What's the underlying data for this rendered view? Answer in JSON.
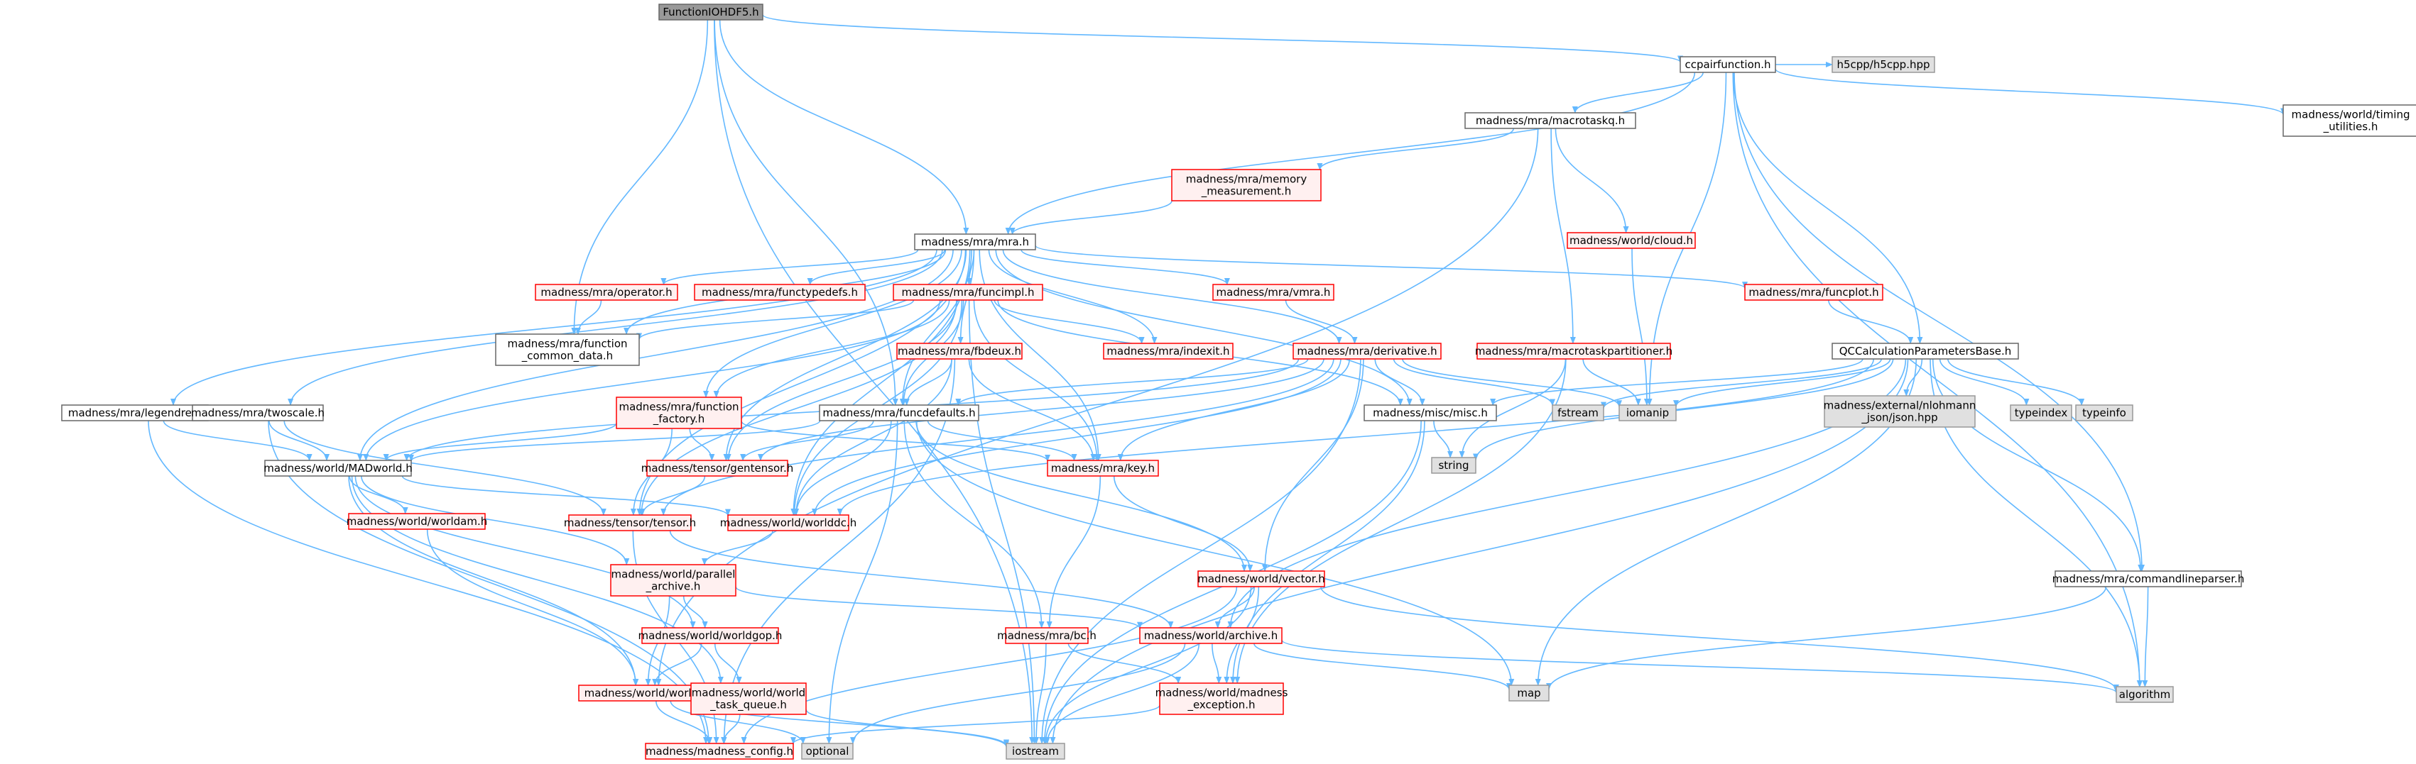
{
  "graph": {
    "colors": {
      "edge": "#63b8ff",
      "root_fill": "#999999",
      "root_border": "#666666",
      "normal_fill": "#ffffff",
      "normal_border": "#666666",
      "red_fill": "#fff0f0",
      "red_border": "#ff0000",
      "system_fill": "#e0e0e0",
      "system_border": "#999999"
    },
    "nodes": [
      {
        "id": "root",
        "lines": [
          "FunctionIOHDF5.h"
        ],
        "kind": "root"
      },
      {
        "id": "ccpair",
        "lines": [
          "ccpairfunction.h"
        ],
        "kind": "normal"
      },
      {
        "id": "h5cpp",
        "lines": [
          "h5cpp/h5cpp.hpp"
        ],
        "kind": "system"
      },
      {
        "id": "macrotaskq",
        "lines": [
          "madness/mra/macrotaskq.h"
        ],
        "kind": "normal"
      },
      {
        "id": "timing",
        "lines": [
          "madness/world/timing",
          "_utilities.h"
        ],
        "kind": "normal"
      },
      {
        "id": "memmeas",
        "lines": [
          "madness/mra/memory",
          "_measurement.h"
        ],
        "kind": "red"
      },
      {
        "id": "cloud",
        "lines": [
          "madness/world/cloud.h"
        ],
        "kind": "red"
      },
      {
        "id": "mra",
        "lines": [
          "madness/mra/mra.h"
        ],
        "kind": "normal"
      },
      {
        "id": "operator",
        "lines": [
          "madness/mra/operator.h"
        ],
        "kind": "red"
      },
      {
        "id": "functypedefs",
        "lines": [
          "madness/mra/functypedefs.h"
        ],
        "kind": "red"
      },
      {
        "id": "funcimpl",
        "lines": [
          "madness/mra/funcimpl.h"
        ],
        "kind": "red"
      },
      {
        "id": "vmra",
        "lines": [
          "madness/mra/vmra.h"
        ],
        "kind": "red"
      },
      {
        "id": "funcplot",
        "lines": [
          "madness/mra/funcplot.h"
        ],
        "kind": "red"
      },
      {
        "id": "macrotaskpart",
        "lines": [
          "madness/mra/macrotaskpartitioner.h"
        ],
        "kind": "red"
      },
      {
        "id": "qccalc",
        "lines": [
          "QCCalculationParametersBase.h"
        ],
        "kind": "normal"
      },
      {
        "id": "funccommon",
        "lines": [
          "madness/mra/function",
          "_common_data.h"
        ],
        "kind": "normal"
      },
      {
        "id": "fbdeux",
        "lines": [
          "madness/mra/fbdeux.h"
        ],
        "kind": "red"
      },
      {
        "id": "indexit",
        "lines": [
          "madness/mra/indexit.h"
        ],
        "kind": "red"
      },
      {
        "id": "derivative",
        "lines": [
          "madness/mra/derivative.h"
        ],
        "kind": "red"
      },
      {
        "id": "legendre",
        "lines": [
          "madness/mra/legendre.h"
        ],
        "kind": "normal"
      },
      {
        "id": "twoscale",
        "lines": [
          "madness/mra/twoscale.h"
        ],
        "kind": "normal"
      },
      {
        "id": "funcfactory",
        "lines": [
          "madness/mra/function",
          "_factory.h"
        ],
        "kind": "red"
      },
      {
        "id": "funcdefaults",
        "lines": [
          "madness/mra/funcdefaults.h"
        ],
        "kind": "normal"
      },
      {
        "id": "misc",
        "lines": [
          "madness/misc/misc.h"
        ],
        "kind": "normal"
      },
      {
        "id": "fstream",
        "lines": [
          "fstream"
        ],
        "kind": "system"
      },
      {
        "id": "iomanip",
        "lines": [
          "iomanip"
        ],
        "kind": "system"
      },
      {
        "id": "json",
        "lines": [
          "madness/external/nlohmann",
          "_json/json.hpp"
        ],
        "kind": "system"
      },
      {
        "id": "typeindex",
        "lines": [
          "typeindex"
        ],
        "kind": "system"
      },
      {
        "id": "typeinfo",
        "lines": [
          "typeinfo"
        ],
        "kind": "system"
      },
      {
        "id": "madworld",
        "lines": [
          "madness/world/MADworld.h"
        ],
        "kind": "normal"
      },
      {
        "id": "gentensor",
        "lines": [
          "madness/tensor/gentensor.h"
        ],
        "kind": "red"
      },
      {
        "id": "key",
        "lines": [
          "madness/mra/key.h"
        ],
        "kind": "red"
      },
      {
        "id": "string",
        "lines": [
          "string"
        ],
        "kind": "system"
      },
      {
        "id": "worlddam",
        "lines": [
          "madness/world/worldam.h"
        ],
        "kind": "red"
      },
      {
        "id": "tensor",
        "lines": [
          "madness/tensor/tensor.h"
        ],
        "kind": "red"
      },
      {
        "id": "worlddc",
        "lines": [
          "madness/world/worlddc.h"
        ],
        "kind": "red"
      },
      {
        "id": "parallel",
        "lines": [
          "madness/world/parallel",
          "_archive.h"
        ],
        "kind": "red"
      },
      {
        "id": "vector",
        "lines": [
          "madness/world/vector.h"
        ],
        "kind": "red"
      },
      {
        "id": "cmdparser",
        "lines": [
          "madness/mra/commandlineparser.h"
        ],
        "kind": "normal"
      },
      {
        "id": "worldgop",
        "lines": [
          "madness/world/worldgop.h"
        ],
        "kind": "red"
      },
      {
        "id": "bc",
        "lines": [
          "madness/mra/bc.h"
        ],
        "kind": "red"
      },
      {
        "id": "archive",
        "lines": [
          "madness/world/archive.h"
        ],
        "kind": "red"
      },
      {
        "id": "world",
        "lines": [
          "madness/world/world.h"
        ],
        "kind": "red"
      },
      {
        "id": "taskqueue",
        "lines": [
          "madness/world/world",
          "_task_queue.h"
        ],
        "kind": "red"
      },
      {
        "id": "exception",
        "lines": [
          "madness/world/madness",
          "_exception.h"
        ],
        "kind": "red"
      },
      {
        "id": "map",
        "lines": [
          "map"
        ],
        "kind": "system"
      },
      {
        "id": "algorithm",
        "lines": [
          "algorithm"
        ],
        "kind": "system"
      },
      {
        "id": "config",
        "lines": [
          "madness/madness_config.h"
        ],
        "kind": "red"
      },
      {
        "id": "optional",
        "lines": [
          "optional"
        ],
        "kind": "system"
      },
      {
        "id": "iostream",
        "lines": [
          "iostream"
        ],
        "kind": "system"
      }
    ],
    "edges": [
      [
        "root",
        "ccpair"
      ],
      [
        "root",
        "mra"
      ],
      [
        "root",
        "funccommon"
      ],
      [
        "root",
        "funcdefaults"
      ],
      [
        "root",
        "iostream"
      ],
      [
        "ccpair",
        "h5cpp"
      ],
      [
        "ccpair",
        "macrotaskq"
      ],
      [
        "ccpair",
        "timing"
      ],
      [
        "ccpair",
        "mra"
      ],
      [
        "ccpair",
        "qccalc"
      ],
      [
        "ccpair",
        "iomanip"
      ],
      [
        "ccpair",
        "cmdparser"
      ],
      [
        "ccpair",
        "algorithm"
      ],
      [
        "macrotaskq",
        "memmeas"
      ],
      [
        "macrotaskq",
        "cloud"
      ],
      [
        "macrotaskq",
        "macrotaskpart"
      ],
      [
        "macrotaskq",
        "world"
      ],
      [
        "memmeas",
        "mra"
      ],
      [
        "cloud",
        "iomanip"
      ],
      [
        "mra",
        "operator"
      ],
      [
        "mra",
        "functypedefs"
      ],
      [
        "mra",
        "funcimpl"
      ],
      [
        "mra",
        "vmra"
      ],
      [
        "mra",
        "funcplot"
      ],
      [
        "mra",
        "legendre"
      ],
      [
        "mra",
        "twoscale"
      ],
      [
        "mra",
        "funcfactory"
      ],
      [
        "mra",
        "fbdeux"
      ],
      [
        "mra",
        "indexit"
      ],
      [
        "mra",
        "derivative"
      ],
      [
        "mra",
        "funcdefaults"
      ],
      [
        "mra",
        "misc"
      ],
      [
        "mra",
        "madworld"
      ],
      [
        "mra",
        "gentensor"
      ],
      [
        "mra",
        "key"
      ],
      [
        "mra",
        "tensor"
      ],
      [
        "mra",
        "worlddc"
      ],
      [
        "mra",
        "funccommon"
      ],
      [
        "operator",
        "funccommon"
      ],
      [
        "vmra",
        "derivative"
      ],
      [
        "funcplot",
        "qccalc"
      ],
      [
        "funcimpl",
        "funccommon"
      ],
      [
        "funcimpl",
        "indexit"
      ],
      [
        "funcimpl",
        "funcfactory"
      ],
      [
        "funcimpl",
        "funcdefaults"
      ],
      [
        "funcimpl",
        "madworld"
      ],
      [
        "funcimpl",
        "gentensor"
      ],
      [
        "funcimpl",
        "key"
      ],
      [
        "funcimpl",
        "tensor"
      ],
      [
        "funcimpl",
        "worlddc"
      ],
      [
        "funcimpl",
        "misc"
      ],
      [
        "funcimpl",
        "iostream"
      ],
      [
        "fbdeux",
        "funcdefaults"
      ],
      [
        "fbdeux",
        "key"
      ],
      [
        "fbdeux",
        "worlddc"
      ],
      [
        "fbdeux",
        "config"
      ],
      [
        "derivative",
        "funcdefaults"
      ],
      [
        "derivative",
        "misc"
      ],
      [
        "derivative",
        "fstream"
      ],
      [
        "derivative",
        "iomanip"
      ],
      [
        "derivative",
        "madworld"
      ],
      [
        "derivative",
        "key"
      ],
      [
        "derivative",
        "tensor"
      ],
      [
        "derivative",
        "worlddc"
      ],
      [
        "derivative",
        "gentensor"
      ],
      [
        "derivative",
        "iostream"
      ],
      [
        "derivative",
        "vector"
      ],
      [
        "macrotaskpart",
        "iomanip"
      ],
      [
        "macrotaskpart",
        "string"
      ],
      [
        "macrotaskpart",
        "exception"
      ],
      [
        "qccalc",
        "misc"
      ],
      [
        "qccalc",
        "fstream"
      ],
      [
        "qccalc",
        "iomanip"
      ],
      [
        "qccalc",
        "json"
      ],
      [
        "qccalc",
        "typeindex"
      ],
      [
        "qccalc",
        "typeinfo"
      ],
      [
        "qccalc",
        "string"
      ],
      [
        "qccalc",
        "cmdparser"
      ],
      [
        "qccalc",
        "algorithm"
      ],
      [
        "qccalc",
        "map"
      ],
      [
        "qccalc",
        "archive"
      ],
      [
        "qccalc",
        "worlddc"
      ],
      [
        "qccalc",
        "iostream"
      ],
      [
        "legendre",
        "madworld"
      ],
      [
        "legendre",
        "config"
      ],
      [
        "twoscale",
        "madworld"
      ],
      [
        "twoscale",
        "tensor"
      ],
      [
        "twoscale",
        "config"
      ],
      [
        "funcfactory",
        "key"
      ],
      [
        "funcfactory",
        "gentensor"
      ],
      [
        "funcfactory",
        "tensor"
      ],
      [
        "funcfactory",
        "madworld"
      ],
      [
        "funcdefaults",
        "madworld"
      ],
      [
        "funcdefaults",
        "gentensor"
      ],
      [
        "funcdefaults",
        "key"
      ],
      [
        "funcdefaults",
        "worlddc"
      ],
      [
        "funcdefaults",
        "bc"
      ],
      [
        "funcdefaults",
        "vector"
      ],
      [
        "funcdefaults",
        "optional"
      ],
      [
        "funcdefaults",
        "map"
      ],
      [
        "misc",
        "string"
      ],
      [
        "misc",
        "iostream"
      ],
      [
        "misc",
        "exception"
      ],
      [
        "madworld",
        "worlddam"
      ],
      [
        "madworld",
        "worlddc"
      ],
      [
        "madworld",
        "parallel"
      ],
      [
        "madworld",
        "worldgop"
      ],
      [
        "madworld",
        "world"
      ],
      [
        "madworld",
        "taskqueue"
      ],
      [
        "gentensor",
        "tensor"
      ],
      [
        "key",
        "vector"
      ],
      [
        "key",
        "bc"
      ],
      [
        "tensor",
        "config"
      ],
      [
        "tensor",
        "archive"
      ],
      [
        "worlddam",
        "world"
      ],
      [
        "worlddc",
        "parallel"
      ],
      [
        "parallel",
        "archive"
      ],
      [
        "parallel",
        "worldgop"
      ],
      [
        "parallel",
        "world"
      ],
      [
        "vector",
        "archive"
      ],
      [
        "vector",
        "exception"
      ],
      [
        "vector",
        "iostream"
      ],
      [
        "vector",
        "algorithm"
      ],
      [
        "vector",
        "config"
      ],
      [
        "cmdparser",
        "algorithm"
      ],
      [
        "cmdparser",
        "map"
      ],
      [
        "worldgop",
        "world"
      ],
      [
        "worldgop",
        "taskqueue"
      ],
      [
        "bc",
        "exception"
      ],
      [
        "bc",
        "iostream"
      ],
      [
        "archive",
        "exception"
      ],
      [
        "archive",
        "map"
      ],
      [
        "archive",
        "optional"
      ],
      [
        "archive",
        "iostream"
      ],
      [
        "archive",
        "algorithm"
      ],
      [
        "world",
        "config"
      ],
      [
        "world",
        "optional"
      ],
      [
        "world",
        "iostream"
      ],
      [
        "taskqueue",
        "config"
      ],
      [
        "taskqueue",
        "iostream"
      ],
      [
        "exception",
        "config"
      ]
    ]
  }
}
